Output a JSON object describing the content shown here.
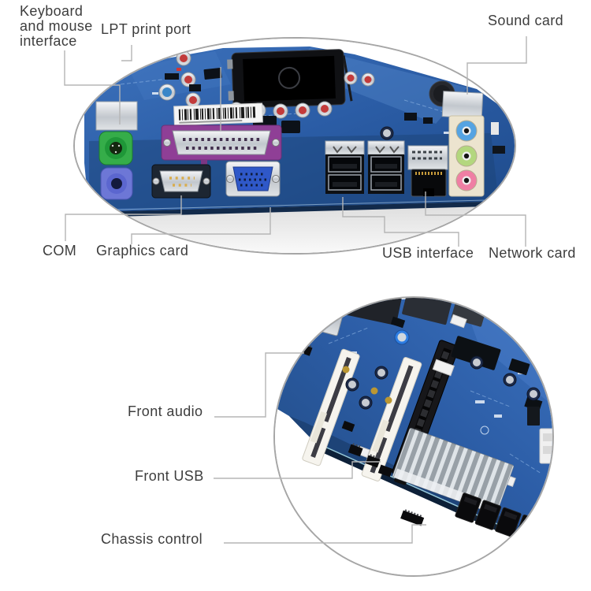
{
  "labels": {
    "keyboard_mouse": "Keyboard\nand mouse\ninterface",
    "lpt_print_port": "LPT print port",
    "sound_card": "Sound card",
    "com": "COM",
    "graphics_card": "Graphics card",
    "usb_interface": "USB interface",
    "network_card": "Network card",
    "front_audio": "Front audio",
    "front_usb": "Front USB",
    "chassis_control": "Chassis control"
  },
  "colors": {
    "label_text": "#3d3d3d",
    "callout_line": "#b5b5b5",
    "magnifier_border": "#a6a6a6",
    "pcb_blue": "#2c5fa7",
    "ps2_keyboard_green": "#35ad49",
    "ps2_mouse_purple": "#6d77d6",
    "lpt_purple": "#8f3f96",
    "vga_blue": "#2f58c8",
    "audio_jack_blue": "#55a3e2",
    "audio_jack_green": "#b3d77e",
    "audio_jack_pink": "#ef7fa4"
  }
}
